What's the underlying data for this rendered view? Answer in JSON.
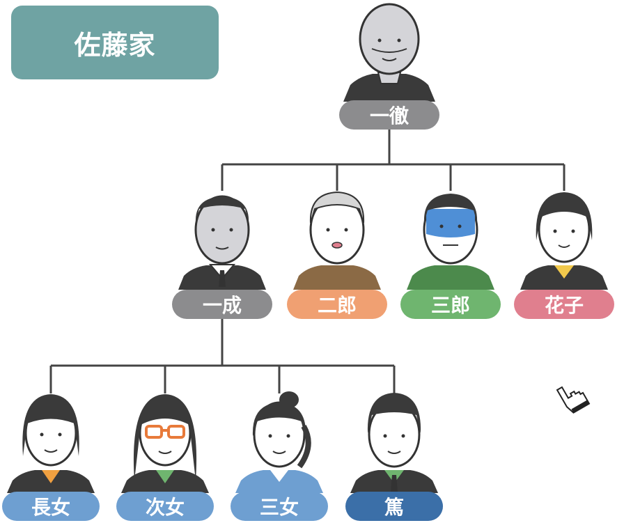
{
  "family_name": "佐藤家",
  "members": {
    "grandfather": {
      "name": "一徹",
      "pill_color": "#8c8c8e"
    },
    "son1": {
      "name": "一成",
      "pill_color": "#8c8c8e"
    },
    "son2": {
      "name": "二郎",
      "pill_color": "#f0a072"
    },
    "son3": {
      "name": "三郎",
      "pill_color": "#6fb56f"
    },
    "daughter": {
      "name": "花子",
      "pill_color": "#e07f8e"
    },
    "gc1": {
      "name": "長女",
      "pill_color": "#6e9fd1"
    },
    "gc2": {
      "name": "次女",
      "pill_color": "#6e9fd1"
    },
    "gc3": {
      "name": "三女",
      "pill_color": "#6e9fd1"
    },
    "gc4": {
      "name": "篤",
      "pill_color": "#3b6fa8"
    }
  },
  "colors": {
    "title_box": "#6fa3a3",
    "connector": "#444444",
    "hair_dark": "#3a3a3a",
    "skin": "#ffffff",
    "face_gray": "#d4d4d8",
    "blue_face": "#4f8fd6"
  },
  "icons": {
    "cursor": "pointing-hand-cursor-icon"
  }
}
